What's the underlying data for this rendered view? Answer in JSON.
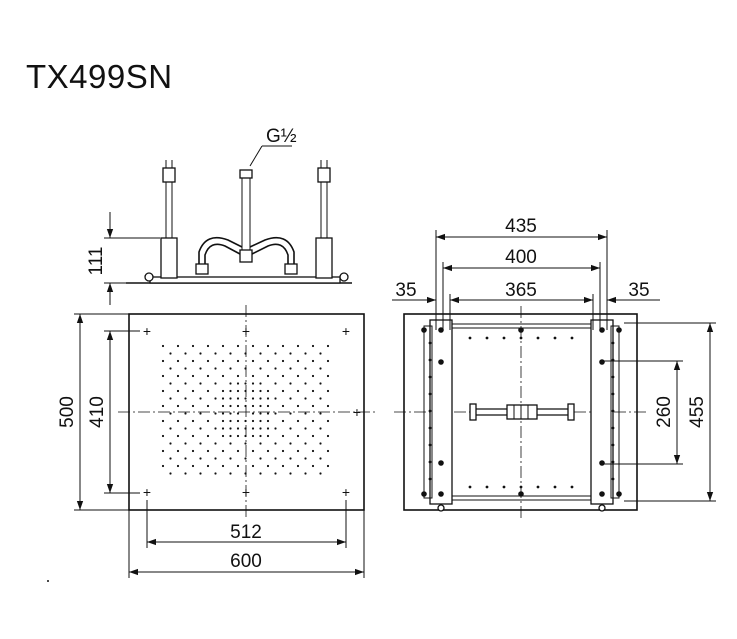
{
  "title": "TX499SN",
  "thread_label": "G½",
  "side_view": {
    "height_label": "111"
  },
  "front_view": {
    "width_outer": "600",
    "width_inner": "512",
    "height_outer": "500",
    "height_inner": "410"
  },
  "back_view": {
    "width_435": "435",
    "width_400": "400",
    "width_365": "365",
    "offset_left": "35",
    "offset_right": "35",
    "height_455": "455",
    "height_260": "260"
  }
}
